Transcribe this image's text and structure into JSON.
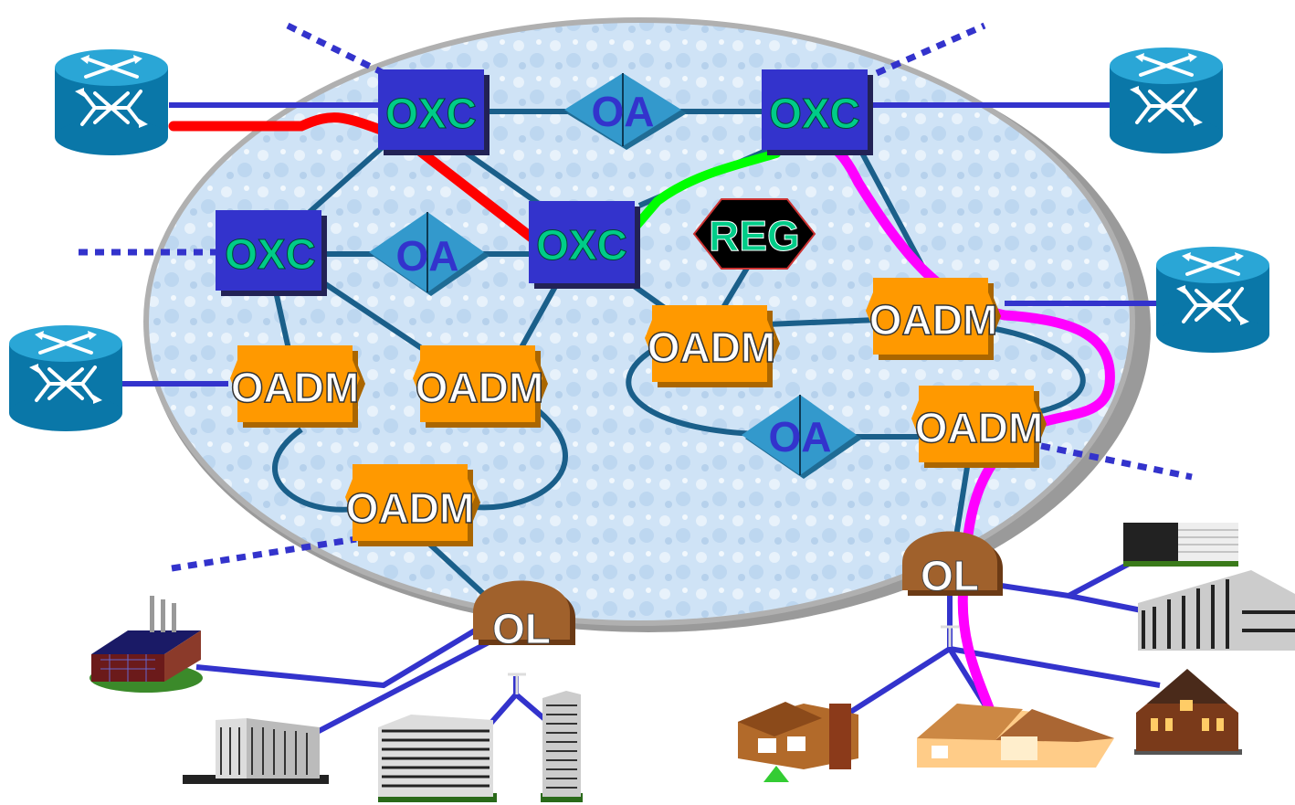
{
  "diagram": {
    "labels": {
      "oxc_top_left": "OXC",
      "oxc_top_right": "OXC",
      "oxc_left": "OXC",
      "oxc_center": "OXC",
      "oa_top": "OA",
      "oa_left": "OA",
      "oa_right": "OA",
      "reg": "REG",
      "oadm_left": "OADM",
      "oadm_mid": "OADM",
      "oadm_bottom": "OADM",
      "oadm_center_right": "OADM",
      "oadm_right_top": "OADM",
      "oadm_right_bottom": "OADM",
      "ol_left": "OL",
      "ol_right": "OL"
    },
    "colors": {
      "cloud": "#cfe3f6",
      "oxc": "#3333cc",
      "oxc_text": "#00cc88",
      "oa": "#3399cc",
      "oadm": "#ff9900",
      "reg": "#000000",
      "ol": "#a0612c",
      "router": "#0077aa",
      "link_internal": "#1a5f8a",
      "link_external": "#3333cc",
      "path_red": "#ff0000",
      "path_green": "#00ff00",
      "path_magenta": "#ff00ff"
    },
    "icons": [
      "router-icon",
      "factory-icon",
      "office-building-icon",
      "apartment-tower-icon",
      "house-icon",
      "mansion-icon"
    ]
  }
}
